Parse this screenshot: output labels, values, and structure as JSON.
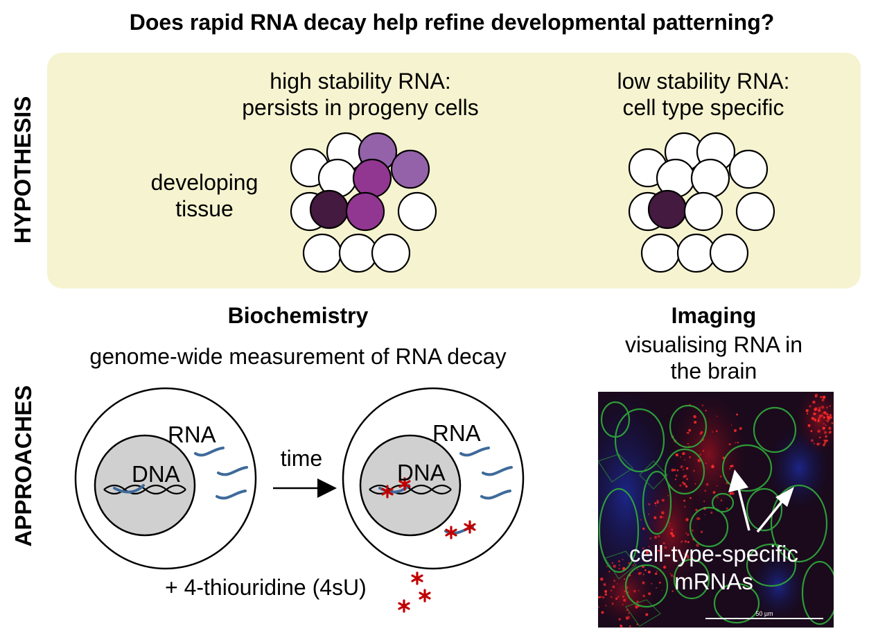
{
  "title": "Does rapid RNA decay help refine developmental patterning?",
  "hypothesis": {
    "section_label": "HYPOTHESIS",
    "tissue_label_line1": "developing",
    "tissue_label_line2": "tissue",
    "high": {
      "line1": "high stability RNA:",
      "line2": "persists in progeny cells"
    },
    "low": {
      "line1": "low stability RNA:",
      "line2": "cell type specific"
    },
    "colors": {
      "panel": "#f6f3d0",
      "dark": "#441a40",
      "medium": "#923791",
      "light": "#9462a9",
      "empty": "#ffffff"
    }
  },
  "approaches": {
    "section_label": "APPROACHES",
    "biochemistry": {
      "heading": "Biochemistry",
      "subtitle": "genome-wide measurement of RNA decay",
      "rna_label": "RNA",
      "dna_label": "DNA",
      "arrow_label": "time",
      "reagent_label": "+ 4-thiouridine (4sU)",
      "colors": {
        "rna": "#3e6a9a",
        "label": "#c00000",
        "nucleus": "#d0d0d0"
      }
    },
    "imaging": {
      "heading": "Imaging",
      "subtitle_line1": "visualising RNA in",
      "subtitle_line2": "the brain",
      "annotation_line1": "cell-type-specific",
      "annotation_line2": "mRNAs",
      "scale_bar_label": "50 µm"
    }
  }
}
